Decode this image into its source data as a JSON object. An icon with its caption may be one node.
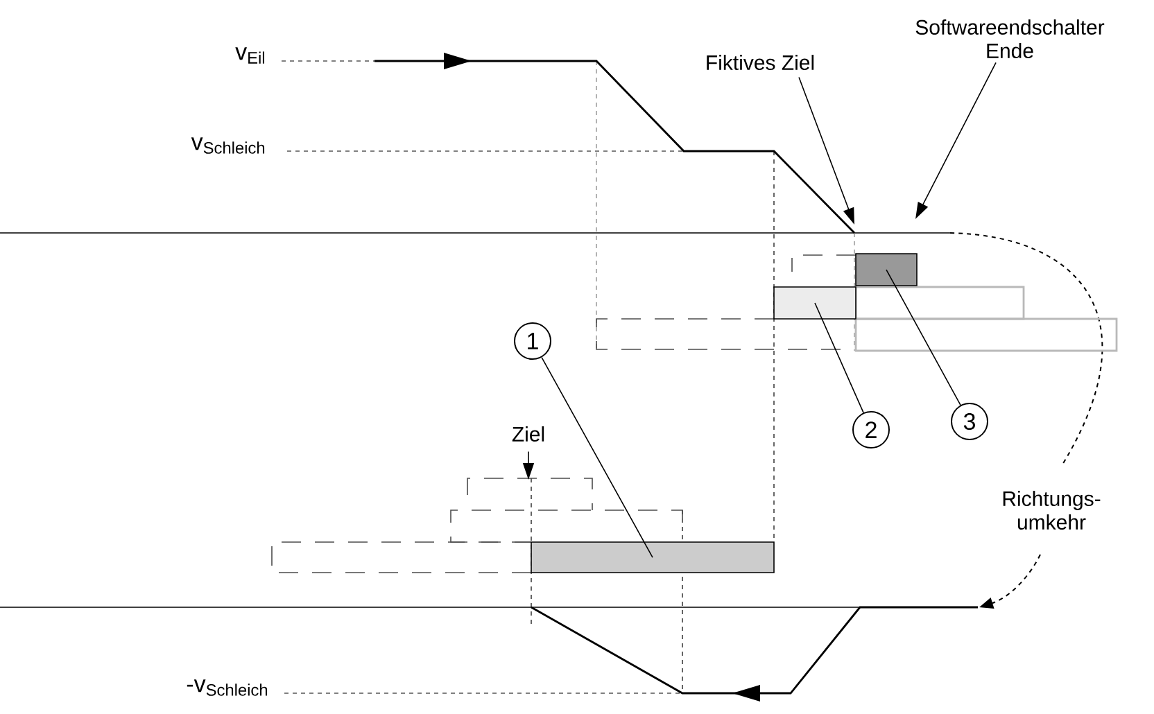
{
  "diagram": {
    "nodes": [
      {
        "text": [
          "1"
        ]
      },
      {
        "text": [
          "2"
        ]
      },
      {
        "text": [
          "3"
        ]
      },
      {
        "text": [],
        "shape": "bar"
      },
      {
        "text": [],
        "shape": "bar"
      },
      {
        "text": [],
        "shape": "bar"
      },
      {
        "text": [
          "Fiktives Ziel"
        ]
      },
      {
        "text": [
          "Softwareendschalter Ende"
        ]
      },
      {
        "text": [
          "Ziel"
        ]
      }
    ],
    "edges": [
      {
        "from": 0,
        "to": 3,
        "arrow": "none"
      },
      {
        "from": 1,
        "to": 4,
        "arrow": "none"
      },
      {
        "from": 2,
        "to": 5,
        "arrow": "none"
      },
      {
        "from": 6,
        "to": null,
        "arrow": "to"
      },
      {
        "from": 7,
        "to": null,
        "arrow": "to"
      },
      {
        "from": 8,
        "to": null,
        "arrow": "to"
      }
    ],
    "labels": [
      "v$_{Eil}$",
      "v$_{Schleich}$",
      "Richtungs- umkehr",
      "-v$_{Schleich}$"
    ]
  }
}
